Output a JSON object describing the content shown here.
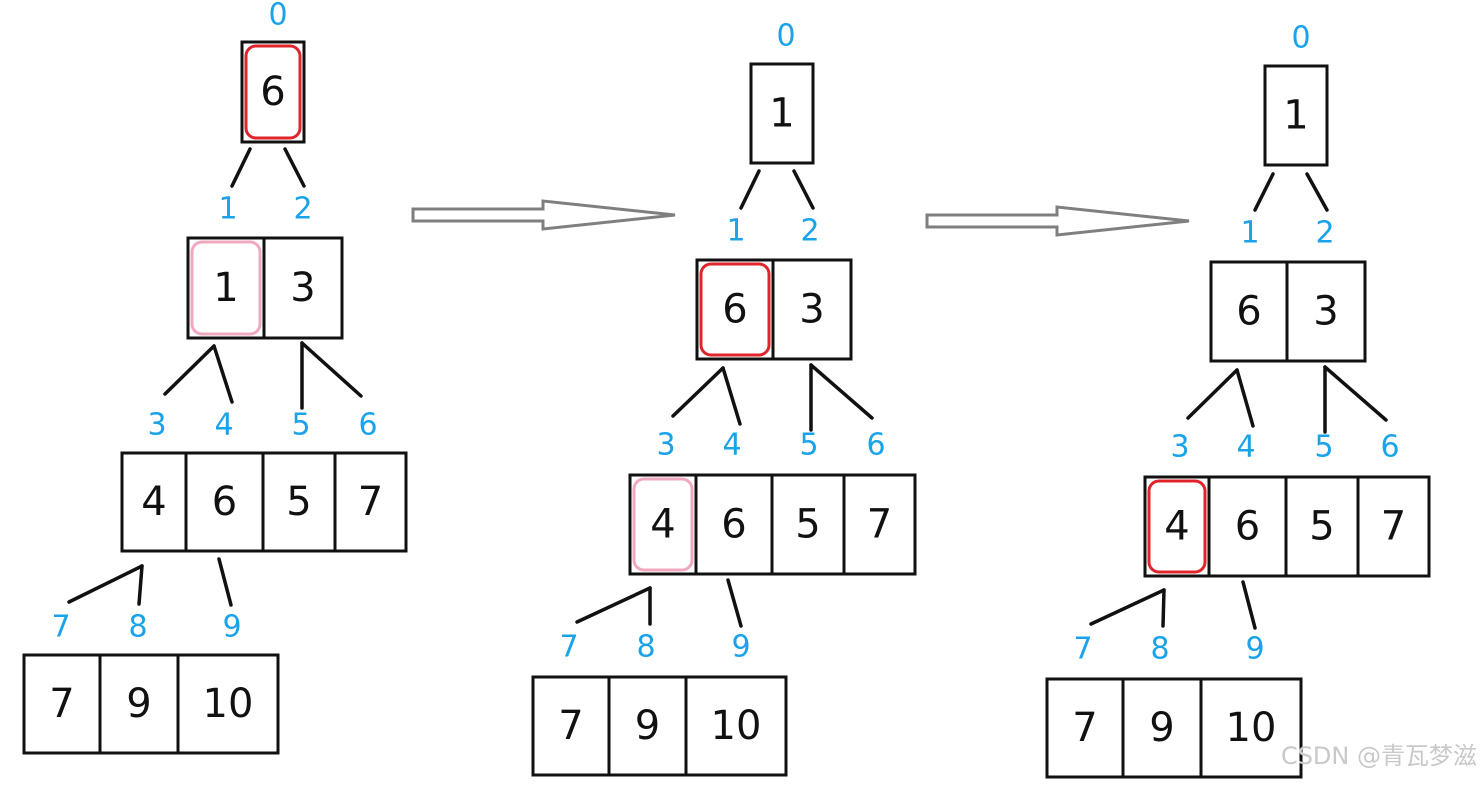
{
  "colors": {
    "index": "#1aa3e8",
    "ink": "#111111",
    "highlight_red": "#e0242b",
    "highlight_pink": "#f0a8bf",
    "arrow": "#7f7f7f"
  },
  "watermark": "CSDN @青瓦梦滋",
  "transition_arrow_count": 2,
  "trees": [
    {
      "levels": [
        {
          "indices": [
            "0"
          ],
          "values": [
            "6"
          ]
        },
        {
          "indices": [
            "1",
            "2"
          ],
          "values": [
            "1",
            "3"
          ]
        },
        {
          "indices": [
            "3",
            "4",
            "5",
            "6"
          ],
          "values": [
            "4",
            "6",
            "5",
            "7"
          ]
        },
        {
          "indices": [
            "7",
            "8",
            "9"
          ],
          "values": [
            "7",
            "9",
            "10"
          ]
        }
      ],
      "highlights": [
        {
          "level": 0,
          "cell": 0,
          "color": "red"
        },
        {
          "level": 1,
          "cell": 0,
          "color": "pink"
        }
      ]
    },
    {
      "levels": [
        {
          "indices": [
            "0"
          ],
          "values": [
            "1"
          ]
        },
        {
          "indices": [
            "1",
            "2"
          ],
          "values": [
            "6",
            "3"
          ]
        },
        {
          "indices": [
            "3",
            "4",
            "5",
            "6"
          ],
          "values": [
            "4",
            "6",
            "5",
            "7"
          ]
        },
        {
          "indices": [
            "7",
            "8",
            "9"
          ],
          "values": [
            "7",
            "9",
            "10"
          ]
        }
      ],
      "highlights": [
        {
          "level": 1,
          "cell": 0,
          "color": "red"
        },
        {
          "level": 2,
          "cell": 0,
          "color": "pink"
        }
      ]
    },
    {
      "levels": [
        {
          "indices": [
            "0"
          ],
          "values": [
            "1"
          ]
        },
        {
          "indices": [
            "1",
            "2"
          ],
          "values": [
            "6",
            "3"
          ]
        },
        {
          "indices": [
            "3",
            "4",
            "5",
            "6"
          ],
          "values": [
            "4",
            "6",
            "5",
            "7"
          ]
        },
        {
          "indices": [
            "7",
            "8",
            "9"
          ],
          "values": [
            "7",
            "9",
            "10"
          ]
        }
      ],
      "highlights": [
        {
          "level": 2,
          "cell": 0,
          "color": "red"
        }
      ]
    }
  ]
}
